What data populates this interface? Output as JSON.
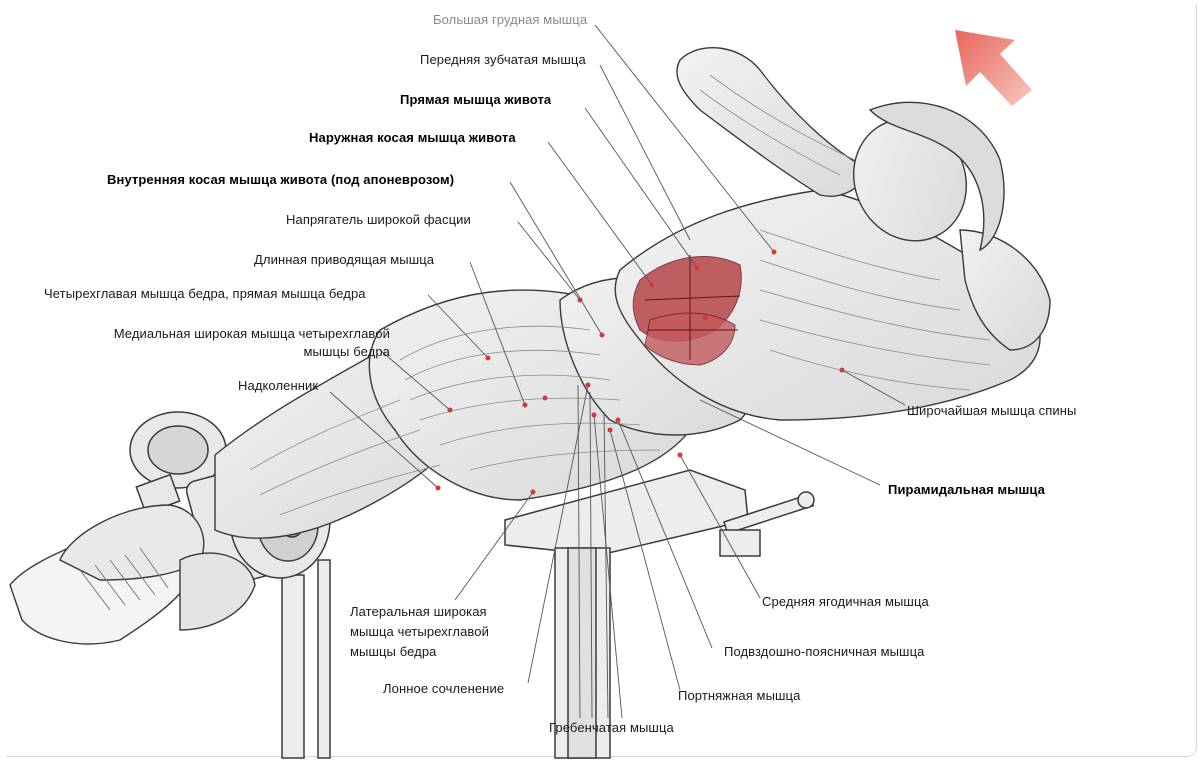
{
  "labels": {
    "pectoralis_major": "Большая грудная мышца",
    "serratus_anterior": "Передняя зубчатая мышца",
    "rectus_abdominis": "Прямая мышца живота",
    "external_oblique": "Наружная косая мышца живота",
    "internal_oblique": "Внутренняя косая мышца живота (под апоневрозом)",
    "tensor_fasciae_latae": "Напрягатель широкой фасции",
    "adductor_longus": "Длинная приводящая мышца",
    "quadriceps_rectus": "Четырехглавая мышца бедра, прямая мышца бедра",
    "vastus_medialis_1": "Медиальная широкая мышца четырехглавой",
    "vastus_medialis_2": "мышцы бедра",
    "patella": "Надколенник",
    "latissimus_dorsi": "Широчайшая мышца спины",
    "pyramidalis": "Пирамидальная мышца",
    "gluteus_medius": "Средняя ягодичная мышца",
    "iliopsoas": "Подвздошно-поясничная мышца",
    "sartorius": "Портняжная мышца",
    "pectineus": "Гребенчатая мышца",
    "pubic_symphysis": "Лонное сочленение",
    "vastus_lateralis_1": "Латеральная широкая",
    "vastus_lateralis_2": "мышца четырехглавой",
    "vastus_lateralis_3": "мышцы бедра"
  },
  "colors": {
    "line": "#555555",
    "dot": "#d23a3a",
    "muscle_highlight": "#b8464a",
    "arrow": "#e6786e",
    "ink": "#3a3a3a"
  },
  "icons": {
    "direction_arrow": "arrow-up-left-icon"
  }
}
